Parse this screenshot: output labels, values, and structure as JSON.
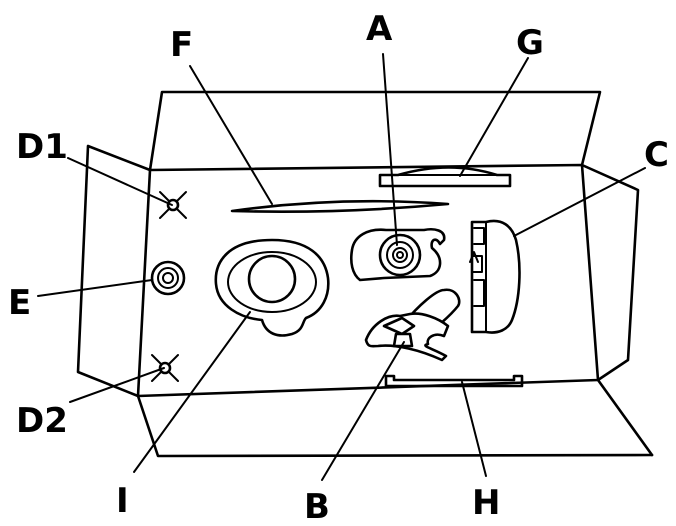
{
  "labels": {
    "a": "A",
    "b": "B",
    "c": "C",
    "d1": "D1",
    "d2": "D2",
    "e": "E",
    "f": "F",
    "g": "G",
    "h": "H",
    "i": "I"
  }
}
